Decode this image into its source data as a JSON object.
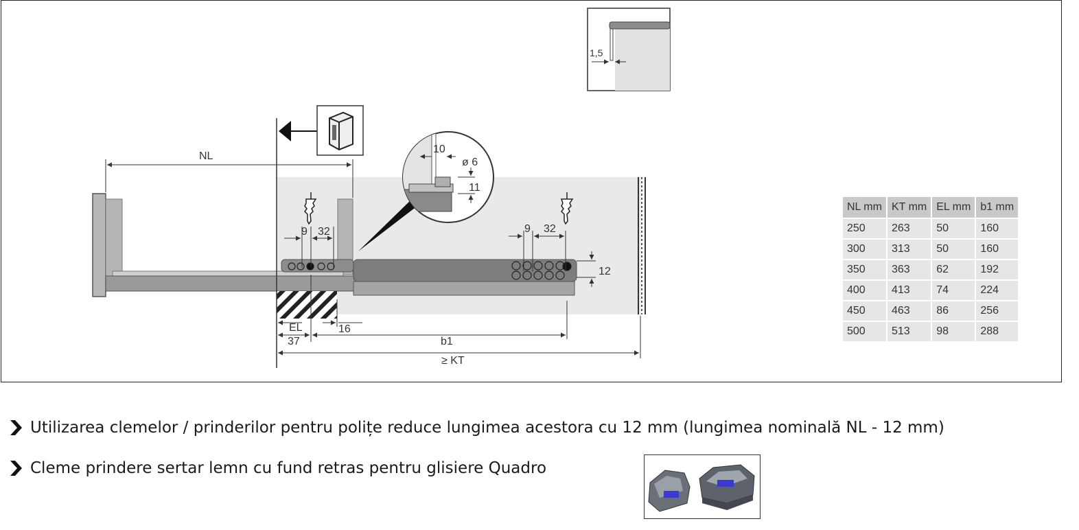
{
  "diagram": {
    "labels": {
      "nl": "NL",
      "d9_left": "9",
      "d32_left": "32",
      "d9_right": "9",
      "d32_right": "32",
      "d12": "12",
      "d10": "10",
      "d_hole": "ø 6",
      "d11": "11",
      "d1_5": "1,5",
      "el": "EL",
      "d37": "37",
      "d16": "16",
      "b1": "b1",
      "kt": "≥ KT"
    },
    "icons": [
      "arrow-left-icon",
      "cabinet-icon",
      "screw-icon"
    ]
  },
  "table": {
    "headers": [
      "NL mm",
      "KT mm",
      "EL mm",
      "b1 mm"
    ],
    "rows": [
      [
        "250",
        "263",
        "50",
        "160"
      ],
      [
        "300",
        "313",
        "50",
        "160"
      ],
      [
        "350",
        "363",
        "62",
        "192"
      ],
      [
        "400",
        "413",
        "74",
        "224"
      ],
      [
        "450",
        "463",
        "86",
        "256"
      ],
      [
        "500",
        "513",
        "98",
        "288"
      ]
    ]
  },
  "notes": [
    "Utilizarea clemelor / prinderilor pentru polițe reduce lungimea acestora cu 12 mm (lungimea nominală NL - 12 mm)",
    "Cleme prindere sertar lemn cu fund retras pentru glisiere Quadro"
  ],
  "colors": {
    "drawing_gray": "#9a9a9a",
    "dark_gray": "#6e6e6e",
    "light_bg": "#e8e8e8",
    "clip_accent": "#3a3ad0"
  }
}
